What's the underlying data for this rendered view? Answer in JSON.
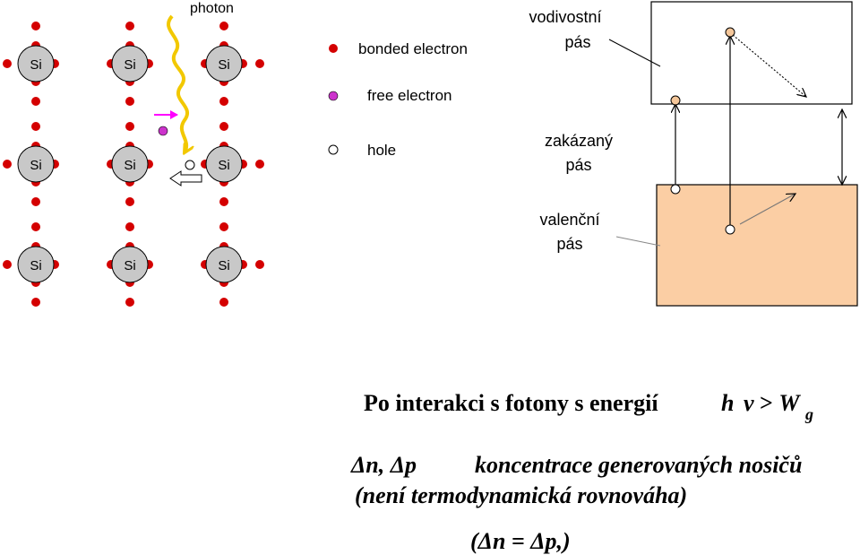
{
  "lattice": {
    "atom_label": "Si",
    "atom_fill": "#c8c8c8",
    "electron_color": "#d40000",
    "photon_label": "photon",
    "photon_color": "#f2c800",
    "free_electron_color": "#cc33cc",
    "free_arrow_color": "#ff00ff"
  },
  "legend": {
    "bonded": "bonded electron",
    "free": "free electron",
    "hole": "hole"
  },
  "bands": {
    "conduction": [
      "vodivostní",
      "pás"
    ],
    "forbidden": [
      "zakázaný",
      "pás"
    ],
    "valence": [
      "valenční",
      "pás"
    ],
    "valence_fill": "#fbcea4",
    "carrier_fill": "#f5c79a"
  },
  "text": {
    "interaction": "Po interakci s fotony s energií",
    "h": "h",
    "nu": "ν",
    "gt": " > ",
    "W": "W",
    "g": "g",
    "delta_np": "Δn, Δp",
    "concentration": "koncentrace generovaných nosičů",
    "non_equilibrium": "(není termodynamická rovnováha)",
    "equation": "(Δn = Δp,)"
  }
}
